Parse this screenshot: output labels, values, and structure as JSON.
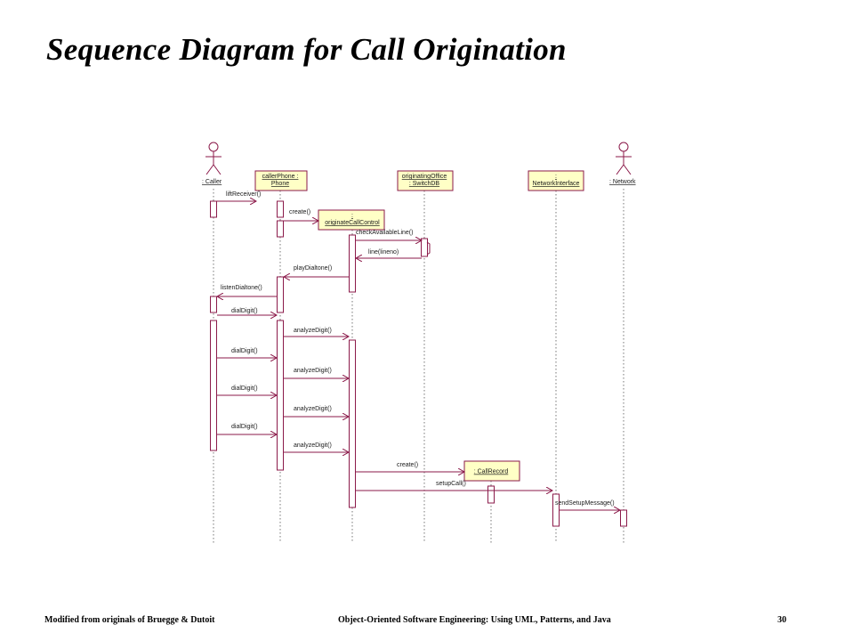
{
  "slide": {
    "title": "Sequence Diagram for Call Origination"
  },
  "colors": {
    "line": "#8b1a4a",
    "object_fill": "#ffffc6",
    "activation_fill": "#ffffff",
    "lifeline": "#555555"
  },
  "diagram": {
    "actors": [
      {
        "id": "caller",
        "label": ": Caller",
        "icon": "stick-figure-icon"
      },
      {
        "id": "network",
        "label": ": Network",
        "icon": "stick-figure-icon"
      }
    ],
    "objects": [
      {
        "id": "phone",
        "lines": [
          "callerPhone :",
          "Phone"
        ]
      },
      {
        "id": "occ",
        "lines": [
          ":",
          "originateCallControl"
        ]
      },
      {
        "id": "office",
        "lines": [
          "originatingOffice",
          ": SwitchDB"
        ]
      },
      {
        "id": "netif",
        "lines": [
          ":",
          "NetworkInterface"
        ]
      },
      {
        "id": "callrecord",
        "lines": [
          ": CallRecord"
        ]
      }
    ],
    "messages": [
      {
        "label": "liftReceiver()",
        "from": "caller",
        "to": "phone"
      },
      {
        "label": "create()",
        "from": "phone",
        "to": "occ"
      },
      {
        "label": "checkAvailableLine()",
        "from": "occ",
        "to": "office"
      },
      {
        "label": "line(lineno)",
        "from": "office",
        "to": "occ"
      },
      {
        "label": "playDialtone()",
        "from": "occ",
        "to": "phone"
      },
      {
        "label": "listenDialtone()",
        "from": "phone",
        "to": "caller"
      },
      {
        "label": "dialDigit()",
        "from": "caller",
        "to": "phone"
      },
      {
        "label": "analyzeDigit()",
        "from": "phone",
        "to": "occ"
      },
      {
        "label": "dialDigit()",
        "from": "caller",
        "to": "phone"
      },
      {
        "label": "analyzeDigit()",
        "from": "phone",
        "to": "occ"
      },
      {
        "label": "dialDigit()",
        "from": "caller",
        "to": "phone"
      },
      {
        "label": "analyzeDigit()",
        "from": "phone",
        "to": "occ"
      },
      {
        "label": "dialDigit()",
        "from": "caller",
        "to": "phone"
      },
      {
        "label": "analyzeDigit()",
        "from": "phone",
        "to": "occ"
      },
      {
        "label": "create()",
        "from": "occ",
        "to": "callrecord"
      },
      {
        "label": "setupCall()",
        "from": "occ",
        "to": "netif"
      },
      {
        "label": "sendSetupMessage()",
        "from": "netif",
        "to": "network"
      }
    ]
  },
  "footer": {
    "left": "Modified from originals of Bruegge & Dutoit",
    "center": "Object-Oriented Software Engineering: Using UML, Patterns, and Java",
    "page": "30"
  }
}
